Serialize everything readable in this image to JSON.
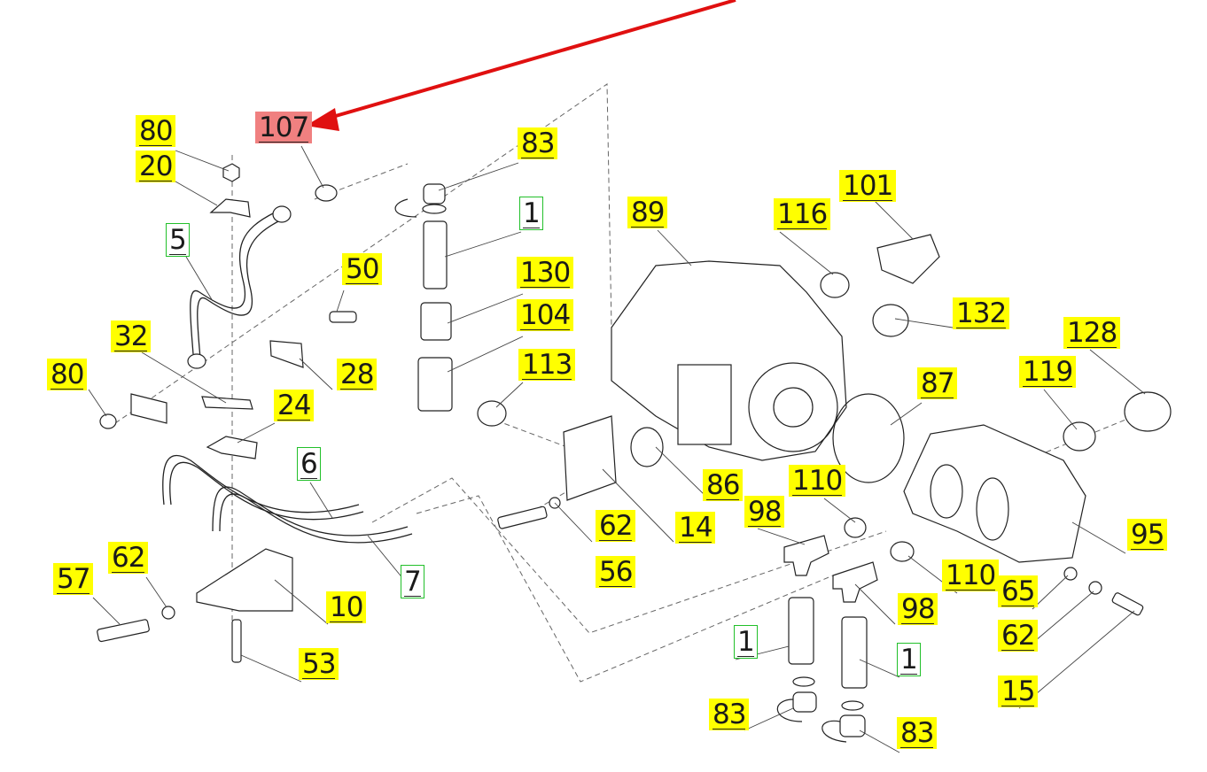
{
  "diagram": {
    "type": "exploded-parts-diagram",
    "subject": "hydraulic pump assembly",
    "colors": {
      "standard_callout": "#ffff00",
      "assembly_callout_border": "#22c02a",
      "highlighted_callout": "#f08080",
      "pointer_arrow": "#e01010"
    },
    "highlighted_part": "107",
    "callouts": [
      {
        "id": "c80a",
        "label": "80",
        "style": "yellow"
      },
      {
        "id": "c20",
        "label": "20",
        "style": "yellow"
      },
      {
        "id": "c107",
        "label": "107",
        "style": "red"
      },
      {
        "id": "c83a",
        "label": "83",
        "style": "yellow"
      },
      {
        "id": "c1a",
        "label": "1",
        "style": "green"
      },
      {
        "id": "c5",
        "label": "5",
        "style": "green"
      },
      {
        "id": "c50",
        "label": "50",
        "style": "yellow"
      },
      {
        "id": "c130",
        "label": "130",
        "style": "yellow"
      },
      {
        "id": "c104",
        "label": "104",
        "style": "yellow"
      },
      {
        "id": "c32",
        "label": "32",
        "style": "yellow"
      },
      {
        "id": "c28",
        "label": "28",
        "style": "yellow"
      },
      {
        "id": "c80b",
        "label": "80",
        "style": "yellow"
      },
      {
        "id": "c113",
        "label": "113",
        "style": "yellow"
      },
      {
        "id": "c24",
        "label": "24",
        "style": "yellow"
      },
      {
        "id": "c89",
        "label": "89",
        "style": "yellow"
      },
      {
        "id": "c116",
        "label": "116",
        "style": "yellow"
      },
      {
        "id": "c101",
        "label": "101",
        "style": "yellow"
      },
      {
        "id": "c132",
        "label": "132",
        "style": "yellow"
      },
      {
        "id": "c128",
        "label": "128",
        "style": "yellow"
      },
      {
        "id": "c119",
        "label": "119",
        "style": "yellow"
      },
      {
        "id": "c87",
        "label": "87",
        "style": "yellow"
      },
      {
        "id": "c6",
        "label": "6",
        "style": "green"
      },
      {
        "id": "c86",
        "label": "86",
        "style": "yellow"
      },
      {
        "id": "c110a",
        "label": "110",
        "style": "yellow"
      },
      {
        "id": "c98a",
        "label": "98",
        "style": "yellow"
      },
      {
        "id": "c62a",
        "label": "62",
        "style": "yellow"
      },
      {
        "id": "c14",
        "label": "14",
        "style": "yellow"
      },
      {
        "id": "c56",
        "label": "56",
        "style": "yellow"
      },
      {
        "id": "c95",
        "label": "95",
        "style": "yellow"
      },
      {
        "id": "c7",
        "label": "7",
        "style": "green"
      },
      {
        "id": "c57",
        "label": "57",
        "style": "yellow"
      },
      {
        "id": "c62b",
        "label": "62",
        "style": "yellow"
      },
      {
        "id": "c10",
        "label": "10",
        "style": "yellow"
      },
      {
        "id": "c110b",
        "label": "110",
        "style": "yellow"
      },
      {
        "id": "c65",
        "label": "65",
        "style": "yellow"
      },
      {
        "id": "c98b",
        "label": "98",
        "style": "yellow"
      },
      {
        "id": "c62c",
        "label": "62",
        "style": "yellow"
      },
      {
        "id": "c1b",
        "label": "1",
        "style": "green"
      },
      {
        "id": "c1c",
        "label": "1",
        "style": "green"
      },
      {
        "id": "c53",
        "label": "53",
        "style": "yellow"
      },
      {
        "id": "c15",
        "label": "15",
        "style": "yellow"
      },
      {
        "id": "c83b",
        "label": "83",
        "style": "yellow"
      },
      {
        "id": "c83c",
        "label": "83",
        "style": "yellow"
      }
    ]
  }
}
